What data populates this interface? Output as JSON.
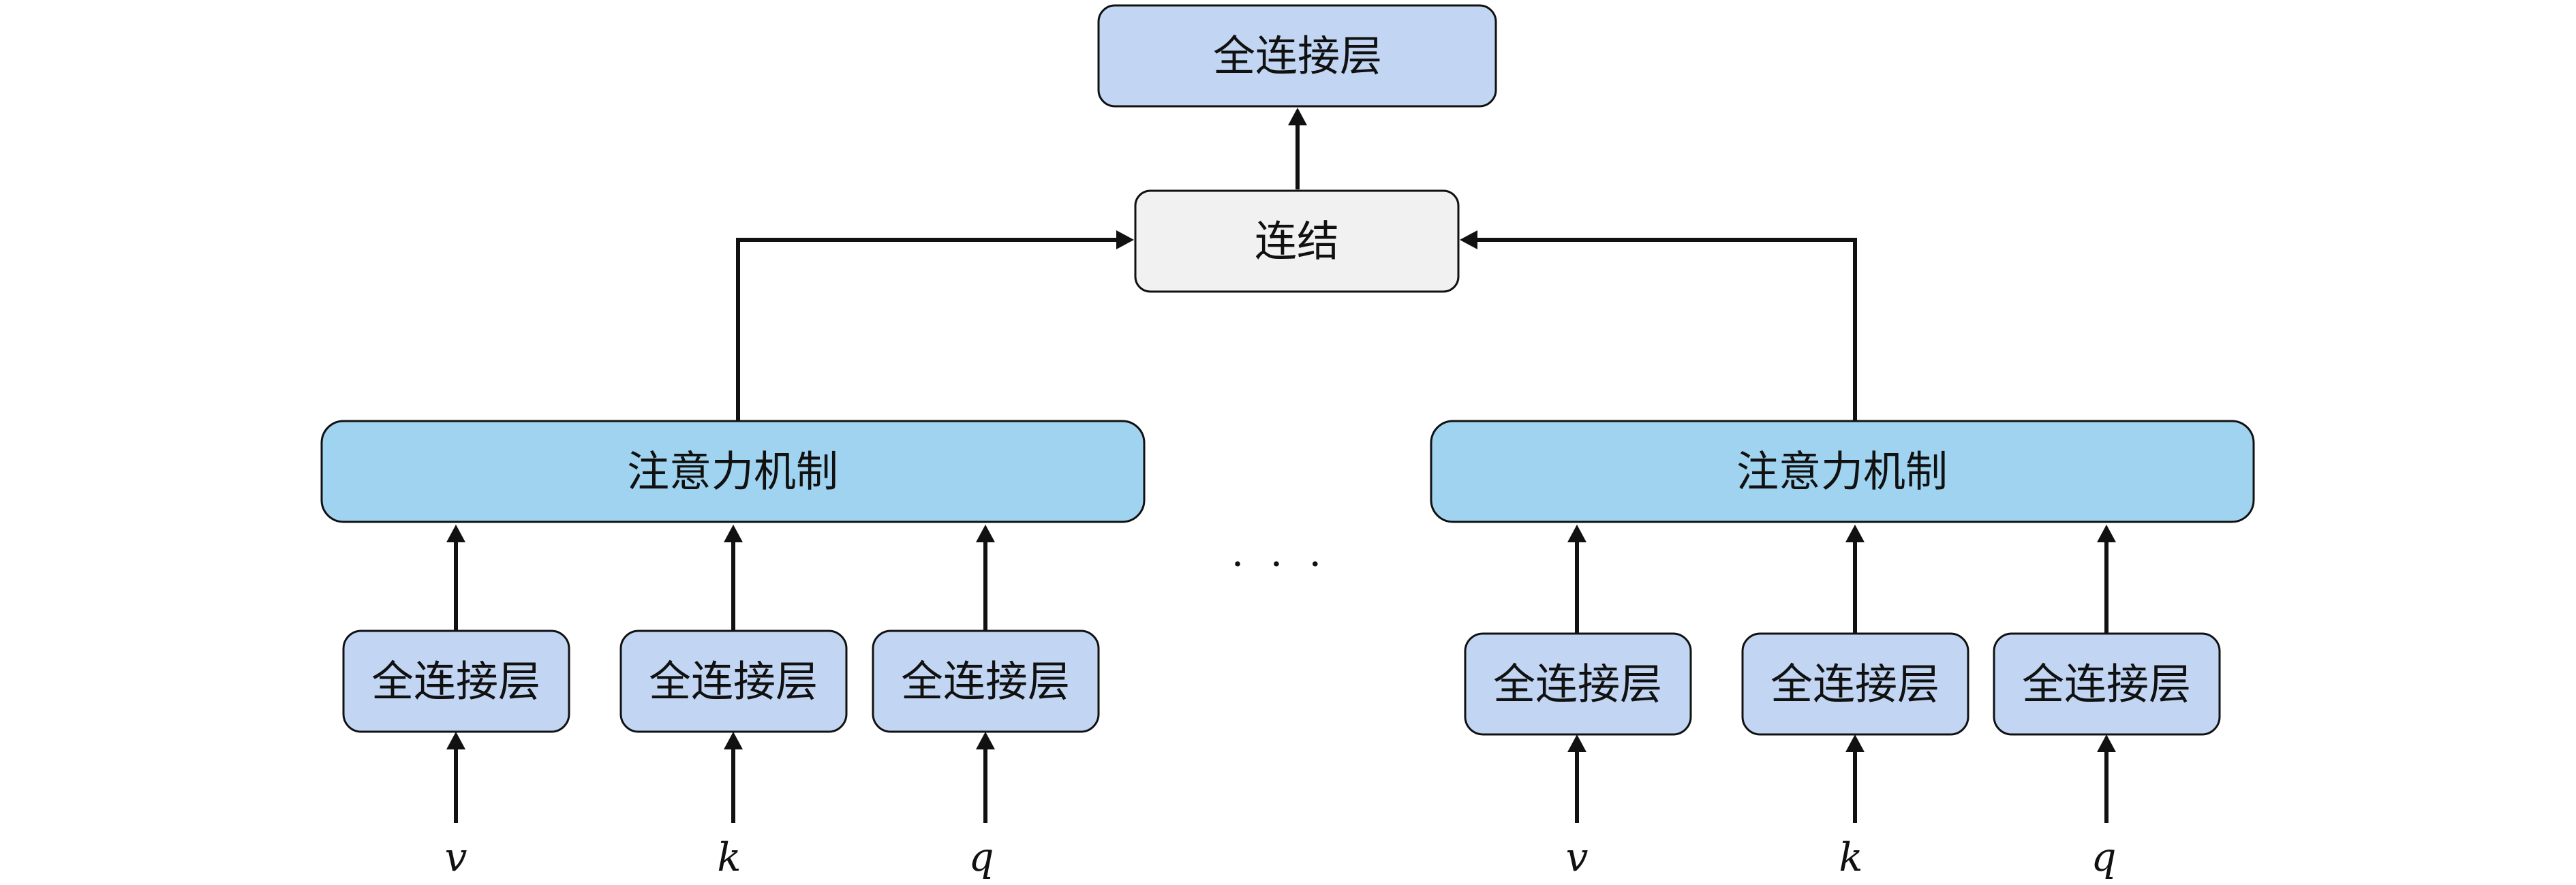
{
  "colors": {
    "fc_fill": "#c2d6f4",
    "attention_fill": "#9fd3ef",
    "concat_fill": "#f1f1f1",
    "stroke": "#111111",
    "background": "#ffffff"
  },
  "diagram": {
    "output_fc": {
      "label": "全连接层"
    },
    "concat": {
      "label": "连结"
    },
    "ellipsis": "· · ·",
    "heads": [
      {
        "attention": {
          "label": "注意力机制"
        },
        "fc_layers": [
          {
            "label": "全连接层"
          },
          {
            "label": "全连接层"
          },
          {
            "label": "全连接层"
          }
        ],
        "inputs": [
          "v",
          "k",
          "q"
        ]
      },
      {
        "attention": {
          "label": "注意力机制"
        },
        "fc_layers": [
          {
            "label": "全连接层"
          },
          {
            "label": "全连接层"
          },
          {
            "label": "全连接层"
          }
        ],
        "inputs": [
          "v",
          "k",
          "q"
        ]
      }
    ]
  }
}
